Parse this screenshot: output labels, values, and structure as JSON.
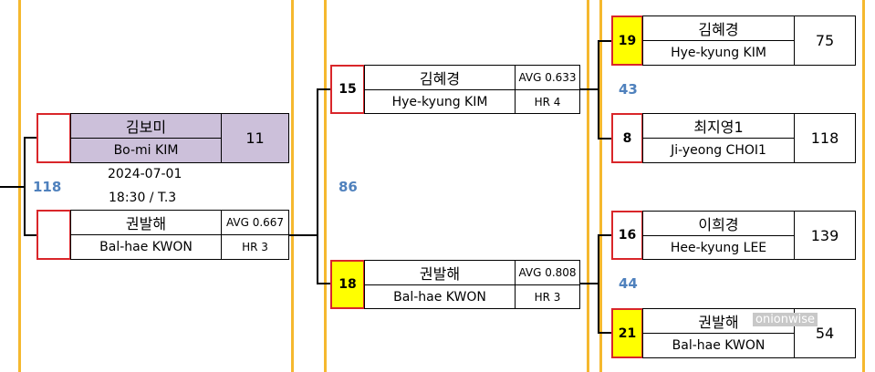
{
  "match_main": {
    "count": "118",
    "date": "2024-07-01",
    "time_table": "18:30 / T.3",
    "top": {
      "name_ko": "김보미",
      "name_en": "Bo-mi KIM",
      "score": "11"
    },
    "bottom": {
      "name_ko": "권발해",
      "name_en": "Bal-hae KWON",
      "avg": "AVG 0.667",
      "hr": "HR 3"
    }
  },
  "match_semi": {
    "count": "86",
    "top": {
      "seed": "15",
      "name_ko": "김혜경",
      "name_en": "Hye-kyung KIM",
      "avg": "AVG 0.633",
      "hr": "HR 4"
    },
    "bottom": {
      "seed": "18",
      "name_ko": "권발해",
      "name_en": "Bal-hae KWON",
      "avg": "AVG 0.808",
      "hr": "HR 3"
    }
  },
  "match_r1": {
    "count": "43",
    "top": {
      "seed": "19",
      "name_ko": "김혜경",
      "name_en": "Hye-kyung KIM",
      "score": "75"
    },
    "bottom": {
      "seed": "8",
      "name_ko": "최지영1",
      "name_en": "Ji-yeong CHOI1",
      "score": "118"
    }
  },
  "match_r2": {
    "count": "44",
    "top": {
      "seed": "16",
      "name_ko": "이희경",
      "name_en": "Hee-kyung LEE",
      "score": "139"
    },
    "bottom": {
      "seed": "21",
      "name_ko": "권발해",
      "name_en": "Bal-hae KWON",
      "score": "54"
    }
  },
  "watermark": "onionwise",
  "colors": {
    "divider": "#f5b82e",
    "seed_border": "#d9262a",
    "highlight": "#ffff00",
    "count": "#4f81bd",
    "purple": "#ccc0da"
  }
}
